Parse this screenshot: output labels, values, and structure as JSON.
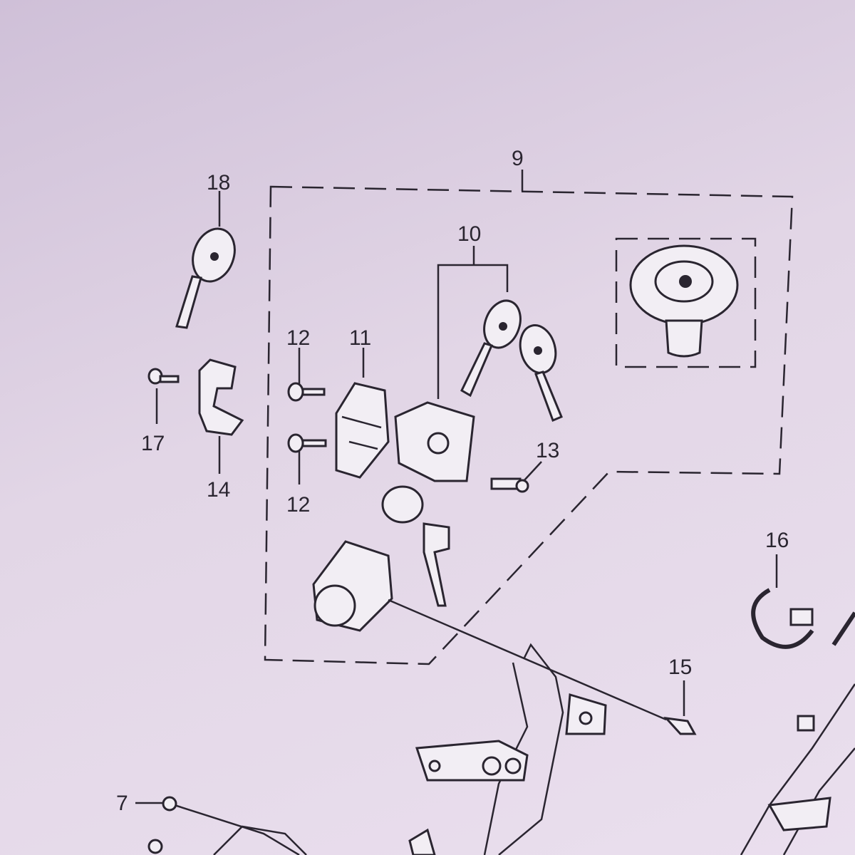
{
  "diagram": {
    "callouts": {
      "c9": "9",
      "c18": "18",
      "c10": "10",
      "c12a": "12",
      "c11": "11",
      "c17": "17",
      "c14": "14",
      "c12b": "12",
      "c13": "13",
      "c16": "16",
      "c15": "15",
      "c7": "7"
    },
    "colors": {
      "ink": "#2a2530",
      "background": "#e2d6e6"
    }
  }
}
